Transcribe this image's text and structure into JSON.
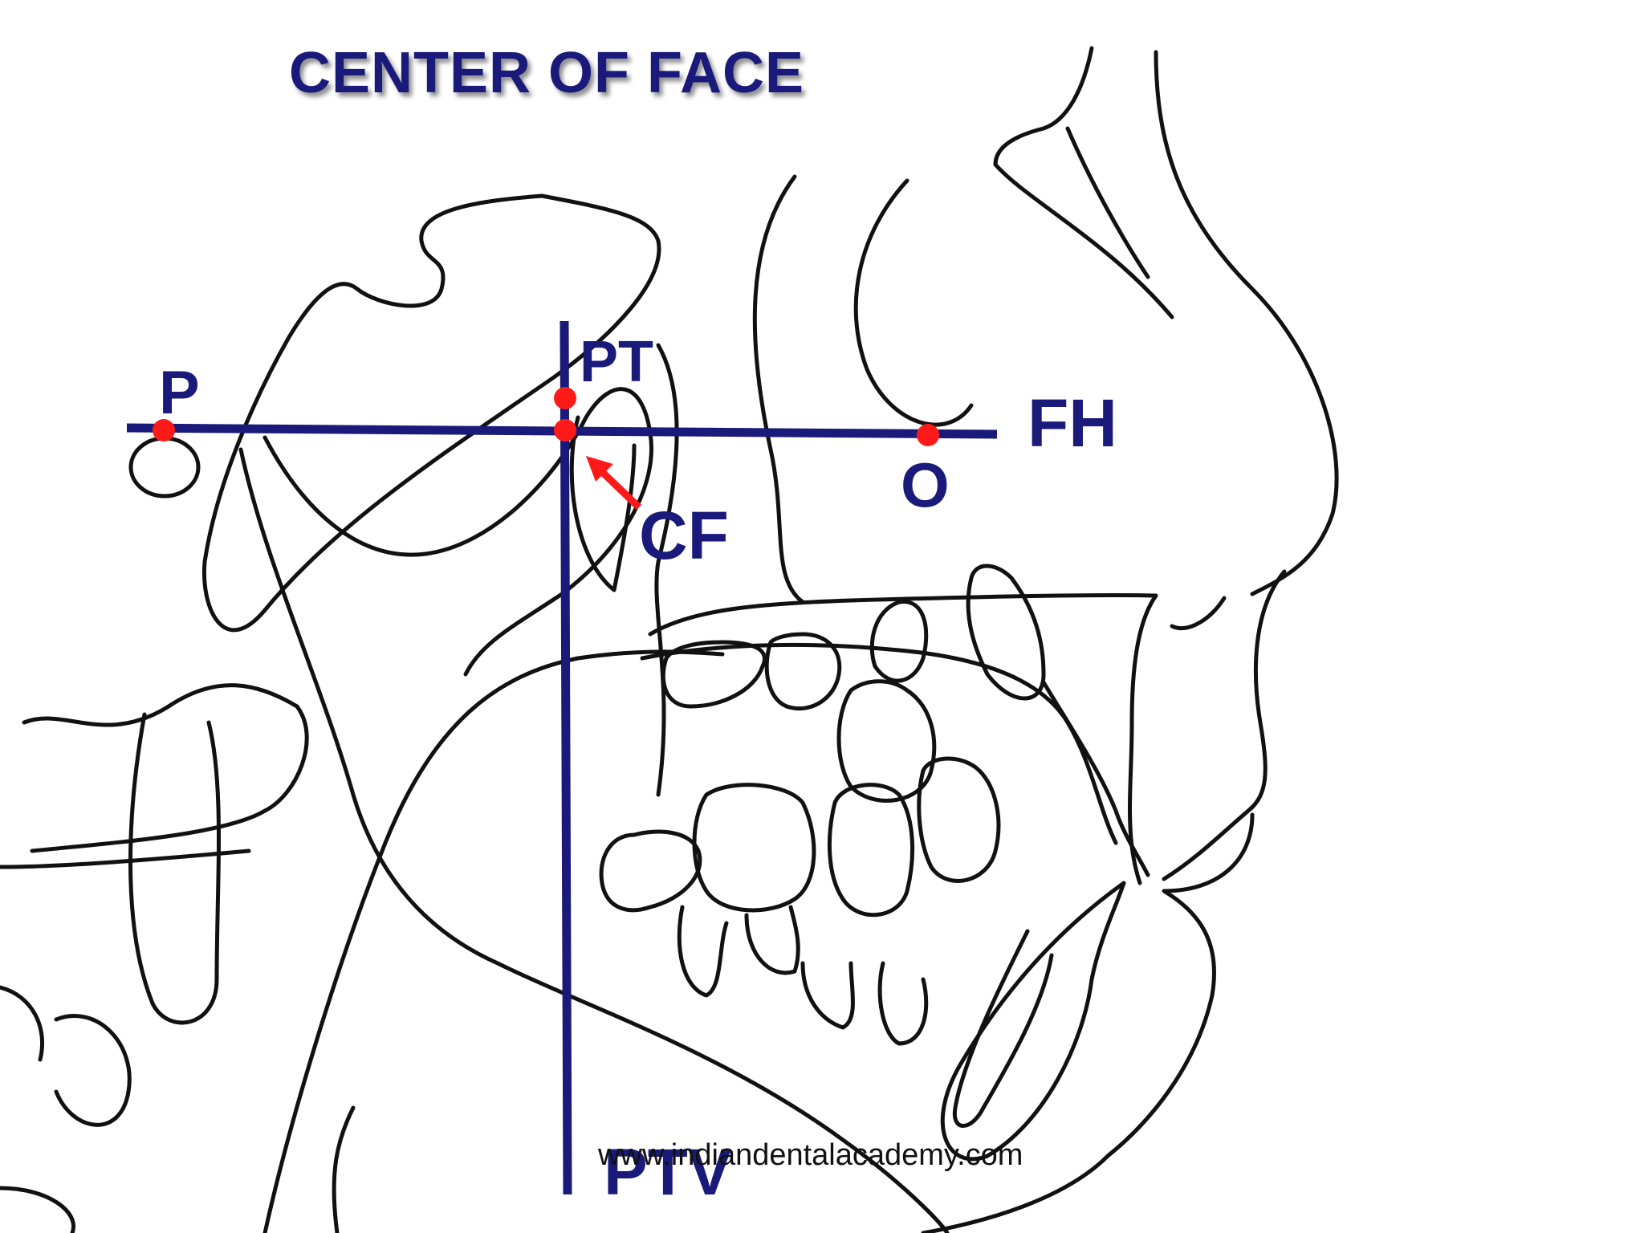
{
  "title": "CENTER OF FACE",
  "labels": {
    "p": "P",
    "pt": "PT",
    "fh": "FH",
    "o": "O",
    "cf": "CF",
    "ptv": "PTV"
  },
  "watermark": "www.indiandentalacademy.com",
  "colors": {
    "reference_lines": "#1a1a7a",
    "landmark_points": "#ff1a1a",
    "tracing": "#111111"
  }
}
